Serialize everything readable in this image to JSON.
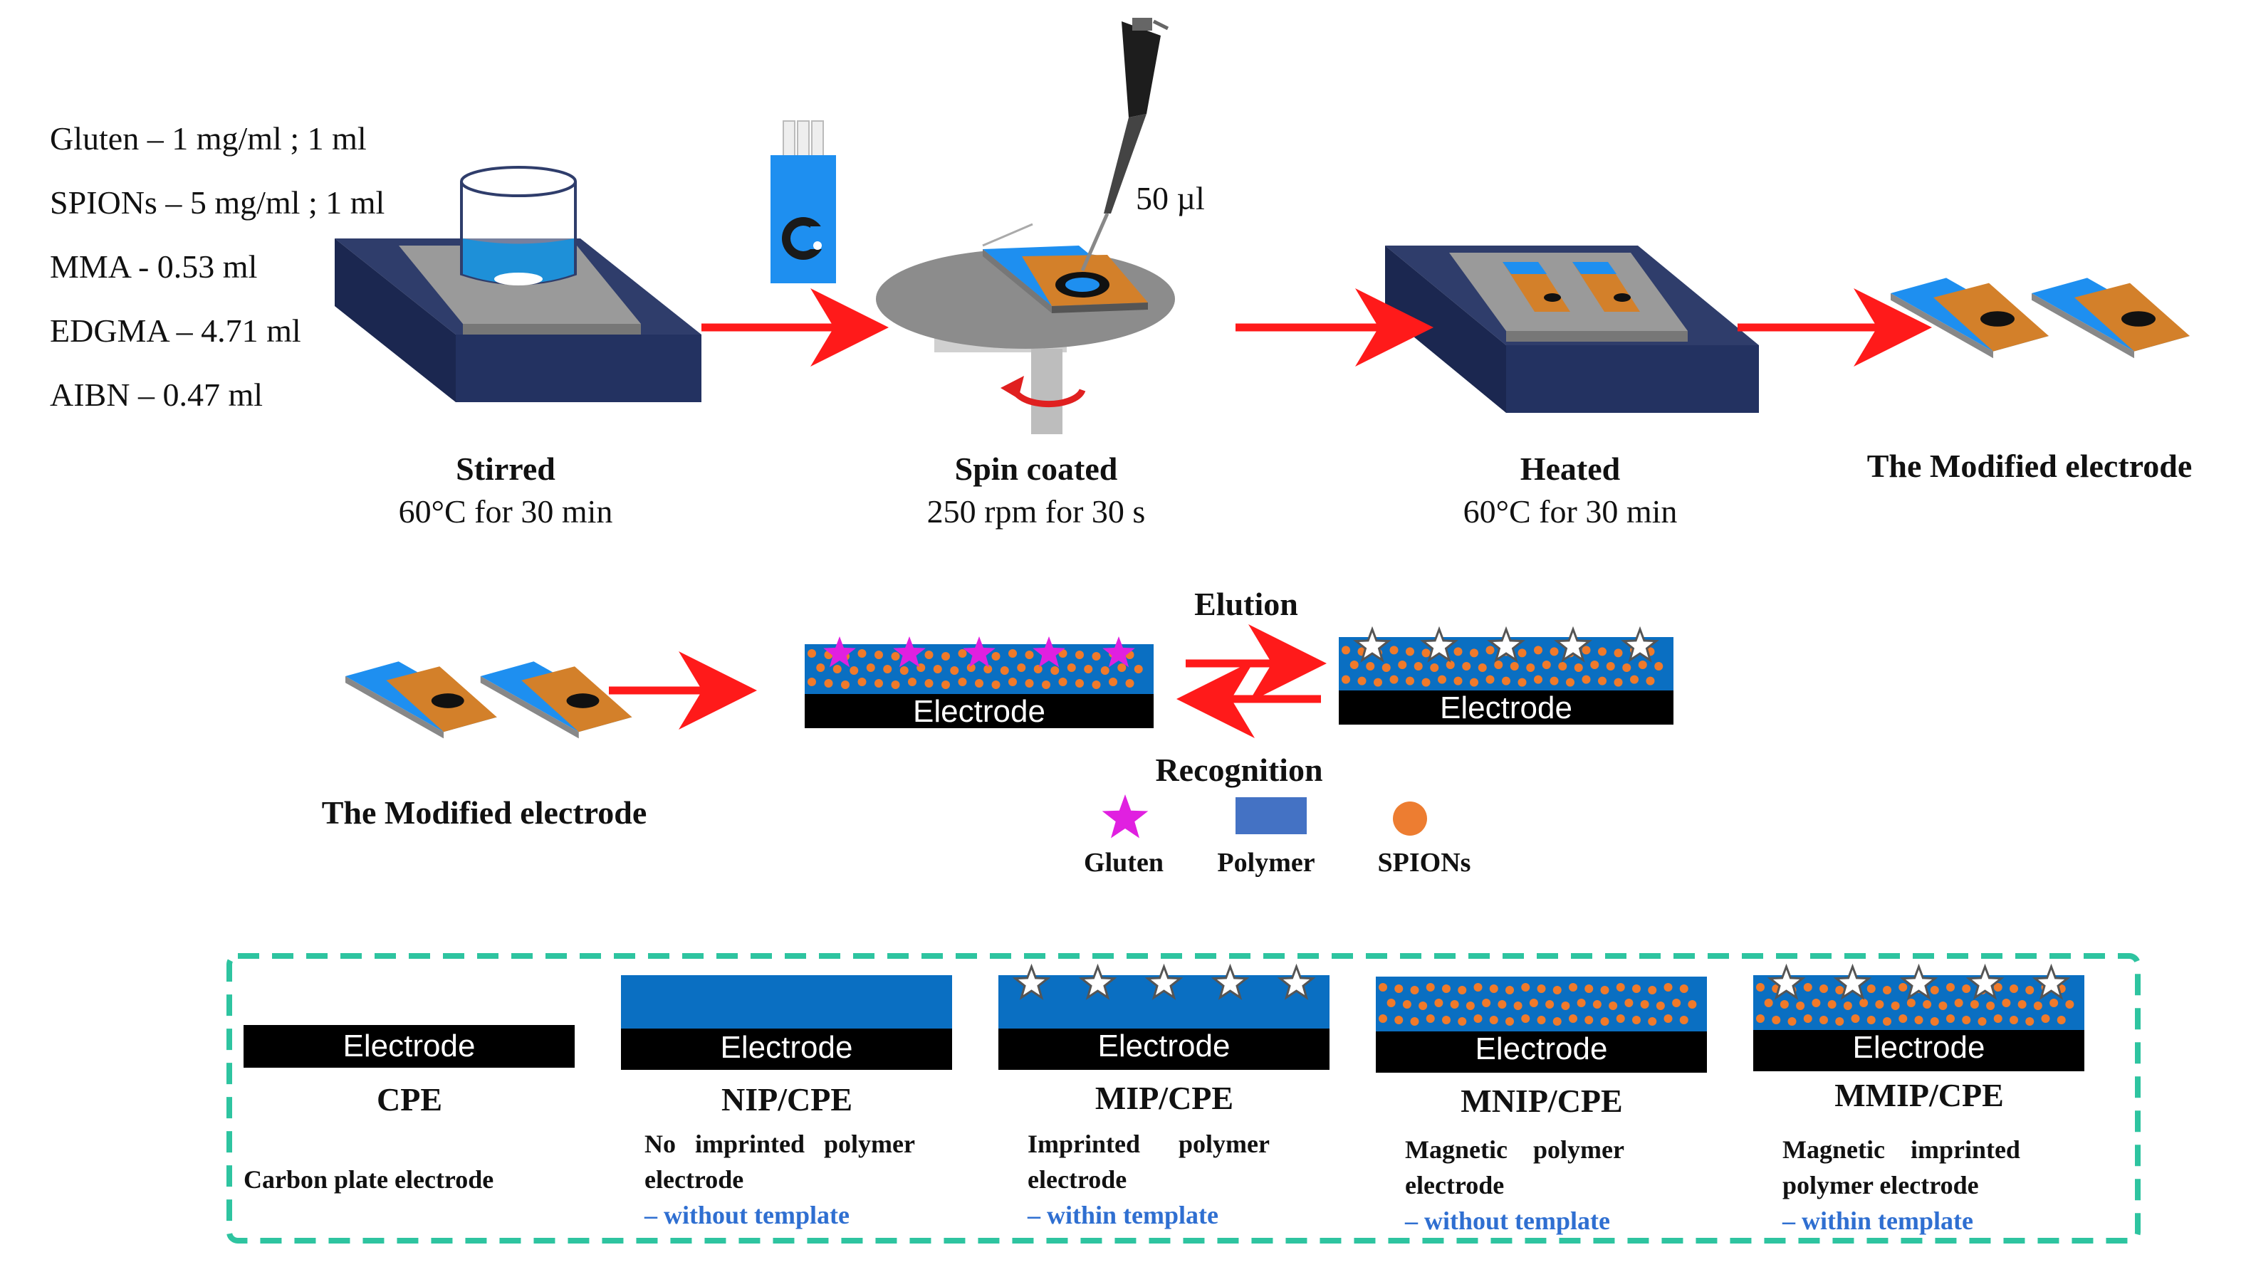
{
  "reagents": [
    "Gluten – 1 mg/ml ; 1 ml",
    "SPIONs – 5 mg/ml ; 1 ml",
    "MMA - 0.53 ml",
    "EDGMA – 4.71 ml",
    "AIBN – 0.47 ml"
  ],
  "pipette_volume": "50 µl",
  "steps": [
    {
      "title": "Stirred",
      "detail": "60°C for 30 min"
    },
    {
      "title": "Spin coated",
      "detail": "250 rpm for 30 s"
    },
    {
      "title": "Heated",
      "detail": "60°C  for 30 min"
    },
    {
      "title": "The Modified electrode",
      "detail": ""
    }
  ],
  "middle": {
    "modified_label": "The Modified electrode",
    "elution_label": "Elution",
    "recognition_label": "Recognition",
    "electrode_label": "Electrode"
  },
  "legend": [
    {
      "name": "Gluten",
      "icon": "star-icon",
      "color": "#e020e0"
    },
    {
      "name": "Polymer",
      "icon": "polymer-square-icon",
      "color": "#4472c4"
    },
    {
      "name": "SPIONs",
      "icon": "circle-icon",
      "color": "#ed7d31"
    }
  ],
  "types": [
    {
      "key": "cpe",
      "name": "CPE",
      "line1": "Carbon plate electrode",
      "line2": "",
      "note": ""
    },
    {
      "key": "nip",
      "name": "NIP/CPE",
      "line1": "No   imprinted   polymer",
      "line2": "electrode",
      "note": "– without template"
    },
    {
      "key": "mip",
      "name": "MIP/CPE",
      "line1": "Imprinted      polymer",
      "line2": "electrode",
      "note": "– within template"
    },
    {
      "key": "mnip",
      "name": "MNIP/CPE",
      "line1": "Magnetic    polymer",
      "line2": "electrode",
      "note": "– without template"
    },
    {
      "key": "mmip",
      "name": "MMIP/CPE",
      "line1": "Magnetic    imprinted",
      "line2": "polymer electrode",
      "note": "– within template"
    }
  ],
  "colors": {
    "arrow": "#ff1a1a",
    "electrode": "#000000",
    "polymer": "#0a6fc2",
    "spion": "#f07a2a",
    "gluten": "#e020e0",
    "dashed_border": "#2ec4a0",
    "plate_top": "#2f3d6b",
    "plate_side": "#1e2a52",
    "note_blue": "#2f6fd1"
  }
}
